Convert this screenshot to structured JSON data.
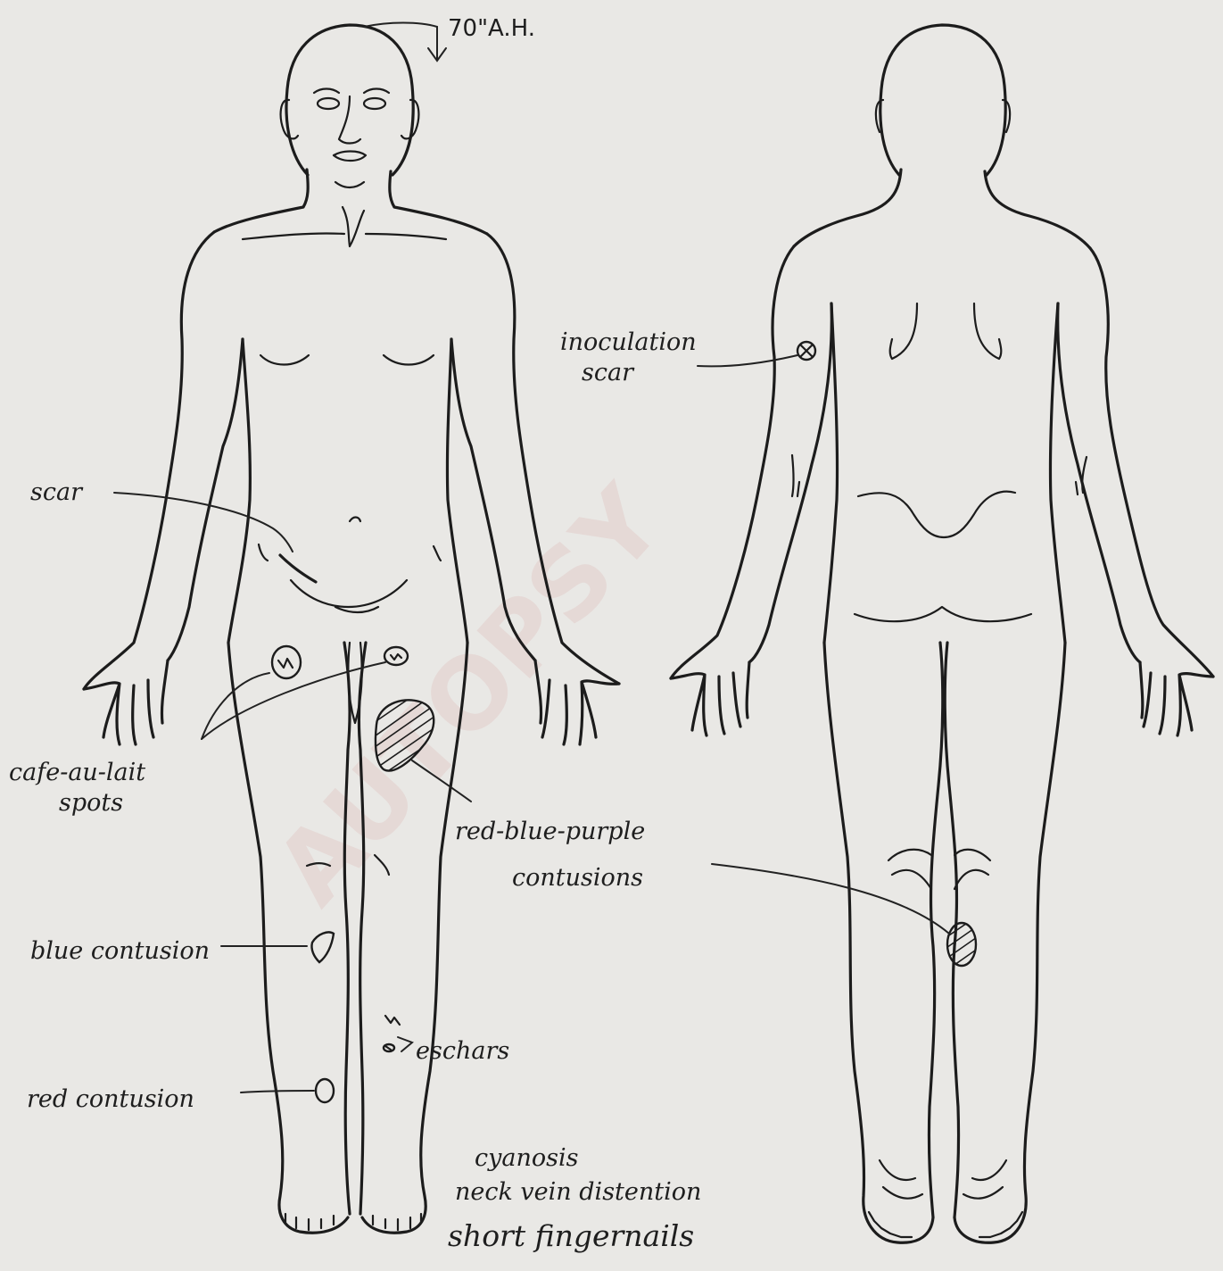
{
  "annotations": {
    "height": "70\"A.H.",
    "inoculation_line1": "inoculation",
    "inoculation_line2": "scar",
    "scar": "scar",
    "cafe_line1": "cafe-au-lait",
    "cafe_line2": "spots",
    "contusions_line1": "red-blue-purple",
    "contusions_line2": "contusions",
    "blue_contusion": "blue contusion",
    "eschars": "eschars",
    "red_contusion": "red contusion",
    "notes": [
      "cyanosis",
      "neck vein distention",
      "short fingernails"
    ]
  },
  "colors": {
    "paper": "#e9e8e5",
    "ink": "#1c1c1c",
    "watermark": "#d9a6a6"
  },
  "icons": [
    "inoculation-scar-mark",
    "cafe-au-lait-spot",
    "contusion-hatched",
    "eschar-mark"
  ]
}
